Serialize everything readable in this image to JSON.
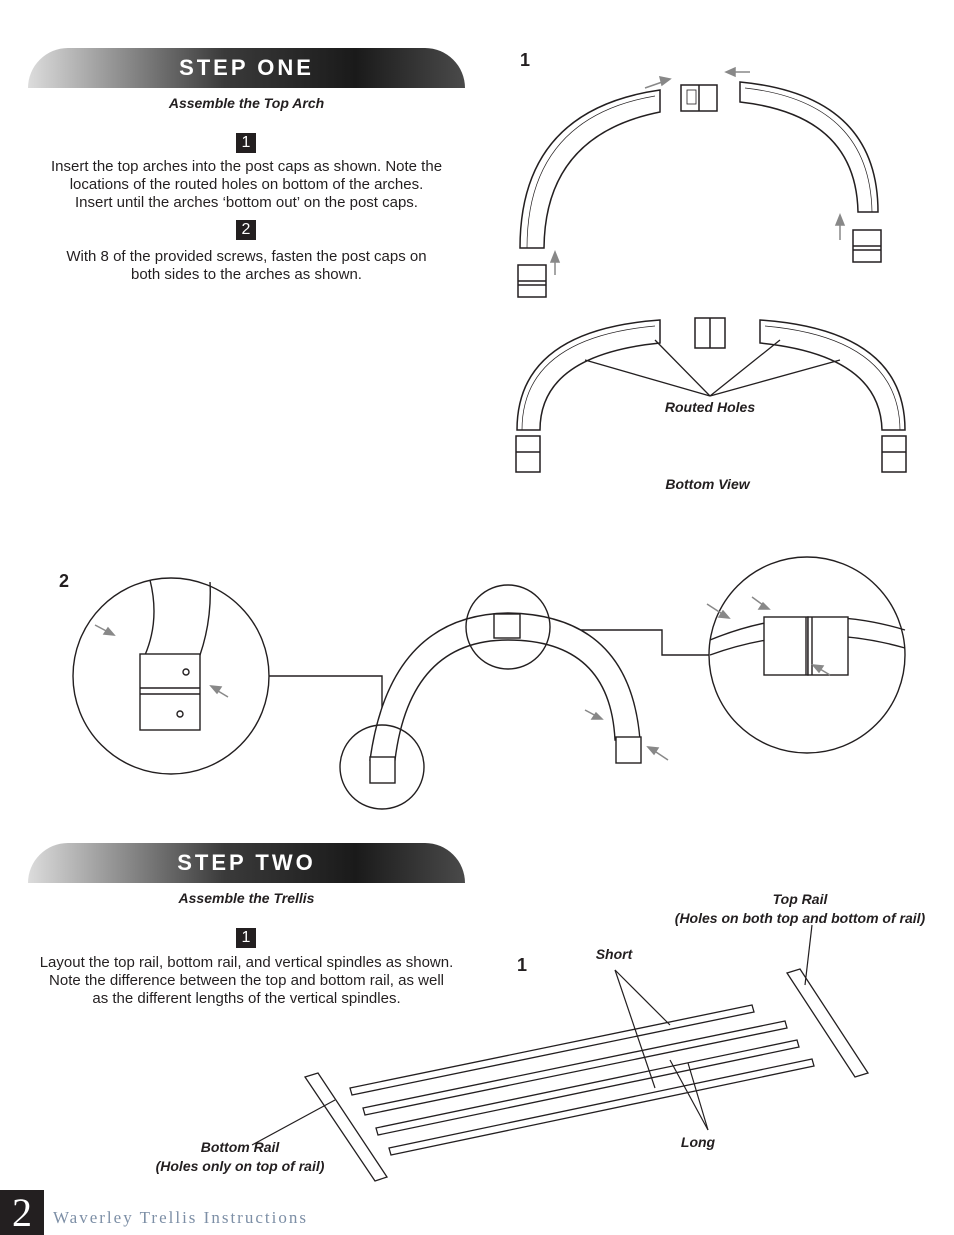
{
  "step_one": {
    "title": "STEP ONE",
    "subtitle": "Assemble the Top Arch",
    "instr1_num": "1",
    "instr1_lines": [
      "Insert the top arches into the post caps as shown. Note the",
      "locations of the routed holes on bottom of the arches.",
      "Insert until the arches ‘bottom out’ on the post caps."
    ],
    "instr2_num": "2",
    "instr2_lines": [
      "With 8 of the provided screws, fasten the post caps on",
      "both sides to the arches as shown."
    ],
    "fig1_num": "1",
    "routed_holes_label": "Routed Holes",
    "bottom_view_label": "Bottom View",
    "fig2_num": "2"
  },
  "step_two": {
    "title": "STEP TWO",
    "subtitle": "Assemble the Trellis",
    "instr1_num": "1",
    "instr1_lines": [
      "Layout the top rail, bottom rail, and vertical spindles as shown.",
      "Note the difference between the top and bottom rail, as well",
      "as the different lengths of the vertical spindles."
    ],
    "fig1_num": "1",
    "top_rail_label": "Top Rail",
    "top_rail_note": "(Holes on both top and bottom of rail)",
    "short_label": "Short",
    "long_label": "Long",
    "bottom_rail_label": "Bottom Rail",
    "bottom_rail_note": "(Holes only on top of rail)"
  },
  "footer": {
    "page_number": "2",
    "title": "Waverley Trellis Instructions"
  }
}
